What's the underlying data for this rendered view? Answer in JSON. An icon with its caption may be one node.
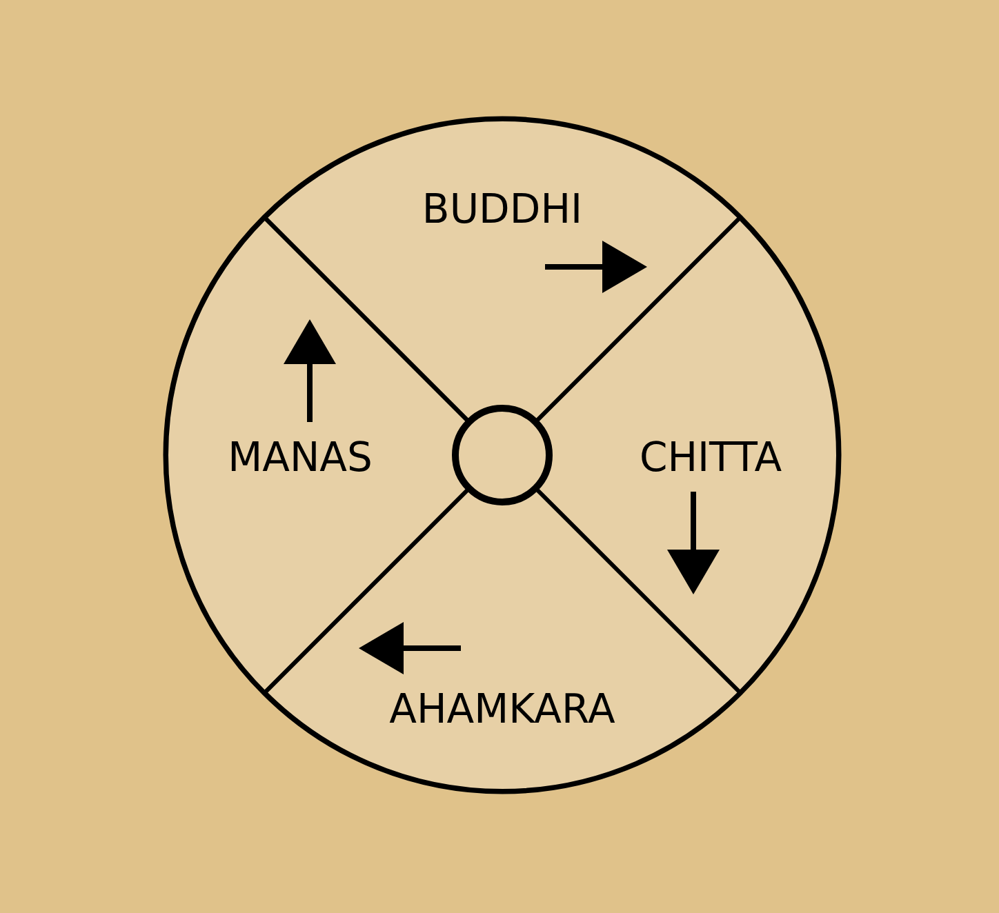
{
  "diagram": {
    "nodes": [
      {
        "text": [],
        "shape": "circle"
      },
      {
        "text": [
          "BUDDHI"
        ],
        "in": 0
      },
      {
        "text": [
          "MANAS"
        ],
        "in": 0
      },
      {
        "text": [
          "CHITTA"
        ],
        "in": 0
      },
      {
        "text": [
          "AHAMKARA"
        ],
        "in": 0
      },
      {
        "text": [],
        "shape": "circle",
        "in": 0
      }
    ]
  }
}
